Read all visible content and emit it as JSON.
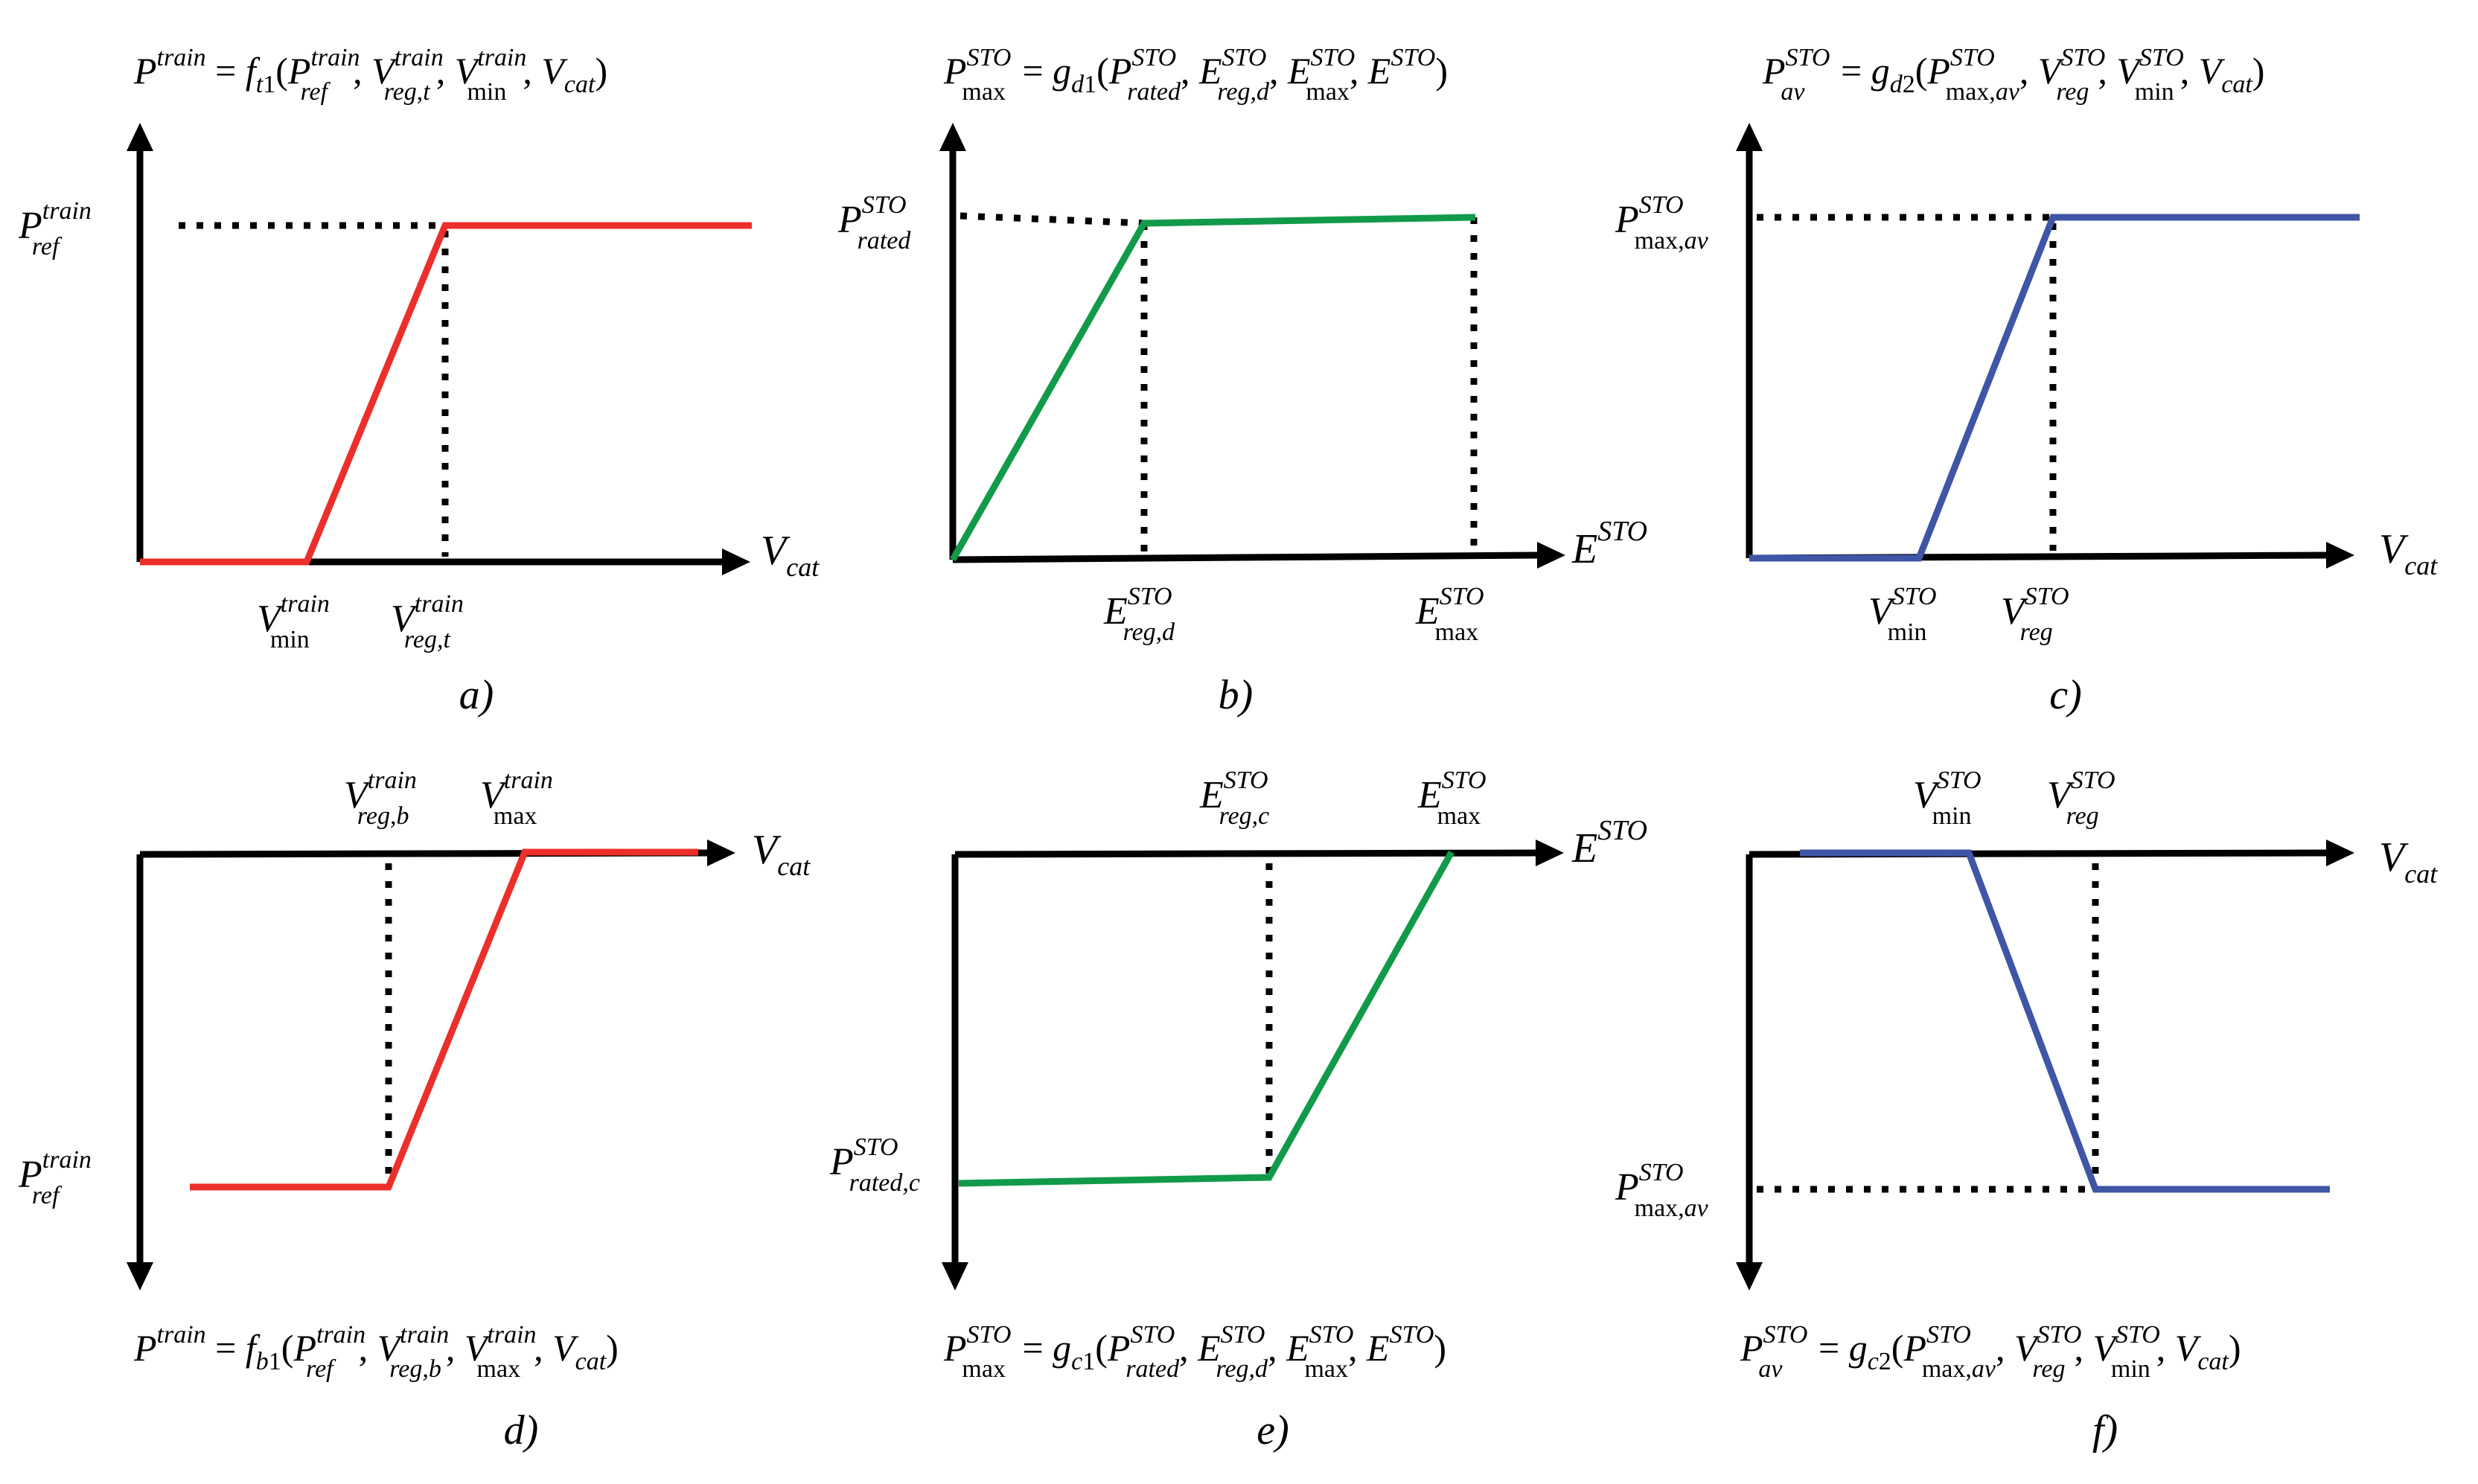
{
  "colors": {
    "red": "#ec2f2a",
    "green": "#119a4a",
    "blue": "#3f55a6",
    "axis": "#000000"
  },
  "panels": {
    "a": {
      "caption": "a)",
      "equation": "P^train = f_t1(P_ref^train, V_reg,t^train, V_min^train, V_cat)",
      "y_label": "P_ref^train",
      "x_axis_label": "V_cat",
      "tick_1": "V_min^train",
      "tick_2": "V_reg,t^train"
    },
    "b": {
      "caption": "b)",
      "equation": "P_max^STO = g_d1(P_rated^STO, E_reg,d^STO, E_max^STO, E^STO)",
      "y_label": "P_rated^STO",
      "x_axis_label": "E^STO",
      "tick_1": "E_reg,d^STO",
      "tick_2": "E_max^STO"
    },
    "c": {
      "caption": "c)",
      "equation": "P_av^STO = g_d2(P_max,av^STO, V_reg^STO, V_min^STO, V_cat)",
      "y_label": "P_max,av^STO",
      "x_axis_label": "V_cat",
      "tick_1": "V_min^STO",
      "tick_2": "V_reg^STO"
    },
    "d": {
      "caption": "d)",
      "equation": "P^train = f_b1(P_ref^train, V_reg,b^train, V_max^train, V_cat)",
      "y_label": "P_ref^train",
      "x_axis_label": "V_cat",
      "tick_1": "V_reg,b^train",
      "tick_2": "V_max^train"
    },
    "e": {
      "caption": "e)",
      "equation": "P_max^STO = g_c1(P_rated^STO, E_reg,d^STO, E_max^STO, E^STO)",
      "y_label": "P_rated,c^STO",
      "x_axis_label": "E^STO",
      "tick_1": "E_reg,c^STO",
      "tick_2": "E_max^STO"
    },
    "f": {
      "caption": "f)",
      "equation": "P_av^STO = g_c2(P_max,av^STO, V_reg^STO, V_min^STO, V_cat)",
      "y_label": "P_max,av^STO",
      "x_axis_label": "V_cat",
      "tick_1": "V_min^STO",
      "tick_2": "V_reg^STO"
    }
  }
}
